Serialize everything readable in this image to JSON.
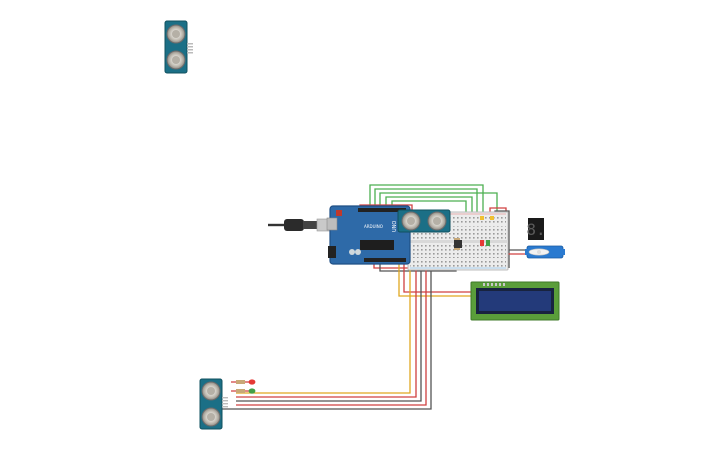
{
  "board": {
    "brand": "ARDUINO",
    "model": "UNO"
  },
  "components": {
    "ultrasonic_top": "ultrasonic-sensor",
    "ultrasonic_board": "ultrasonic-sensor",
    "ultrasonic_bottom": "ultrasonic-sensor",
    "usb_cable": "usb-cable",
    "breadboard": "breadboard",
    "seven_segment": "seven-segment-display",
    "servo": "servo-motor",
    "lcd": "lcd-16x2",
    "leds": [
      "red",
      "green"
    ]
  },
  "seven_segment_digit": "8.",
  "colors": {
    "board": "#2e6aa8",
    "board_dark": "#1f4f85",
    "sensor_pcb": "#1b6f86",
    "wire_green": "#4caf50",
    "wire_red": "#d04040",
    "wire_dark": "#555555",
    "wire_yellow": "#e0a820",
    "lcd_bezel": "#5a9e3a",
    "lcd_screen": "#233a7a",
    "servo_body": "#2a7ad0",
    "led_red": "#e53935",
    "led_green": "#43a047"
  }
}
